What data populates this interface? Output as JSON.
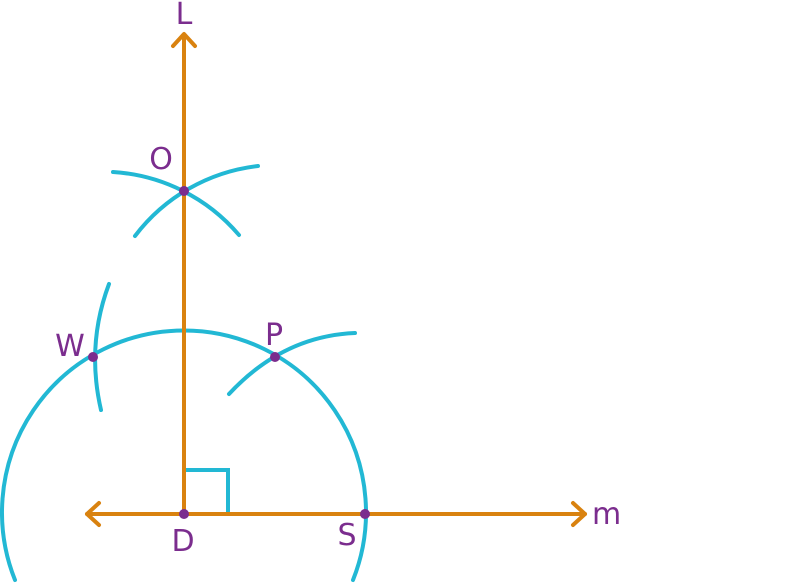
{
  "colors": {
    "line": "#d9820f",
    "arc": "#22b8d4",
    "point": "#7b2d8e",
    "label": "#7b2d8e"
  },
  "labels": {
    "line_l": "L",
    "line_m": "m",
    "point_o": "O",
    "point_w": "W",
    "point_p": "P",
    "point_d": "D",
    "point_s": "S"
  }
}
